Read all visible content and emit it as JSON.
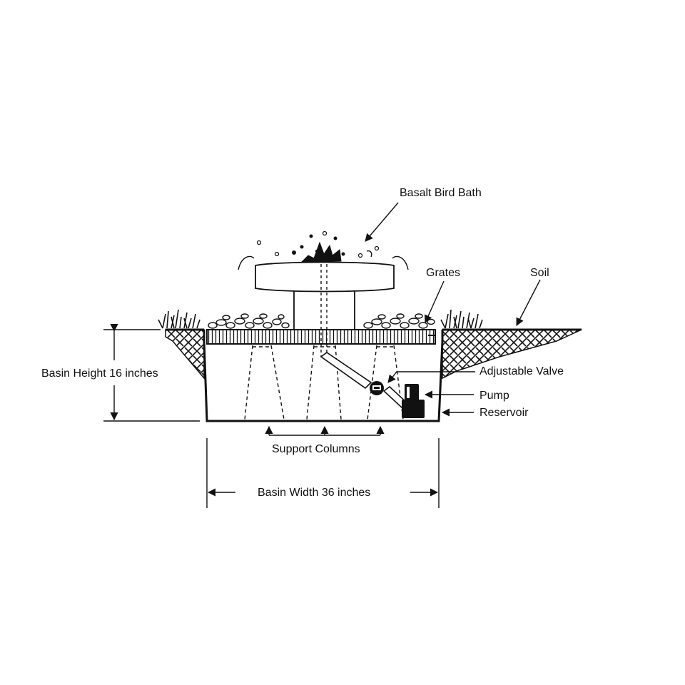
{
  "labels": {
    "bird_bath": "Basalt Bird Bath",
    "grates": "Grates",
    "soil": "Soil",
    "valve": "Adjustable Valve",
    "pump": "Pump",
    "reservoir": "Reservoir",
    "basin_height": "Basin Height 16 inches",
    "support_columns": "Support Columns",
    "basin_width": "Basin Width 36 inches"
  },
  "colors": {
    "ink": "#111111",
    "background": "#ffffff"
  },
  "icons": [
    "grass-icon",
    "water-splash-icon",
    "pump-icon",
    "valve-icon",
    "pebble-icon"
  ]
}
